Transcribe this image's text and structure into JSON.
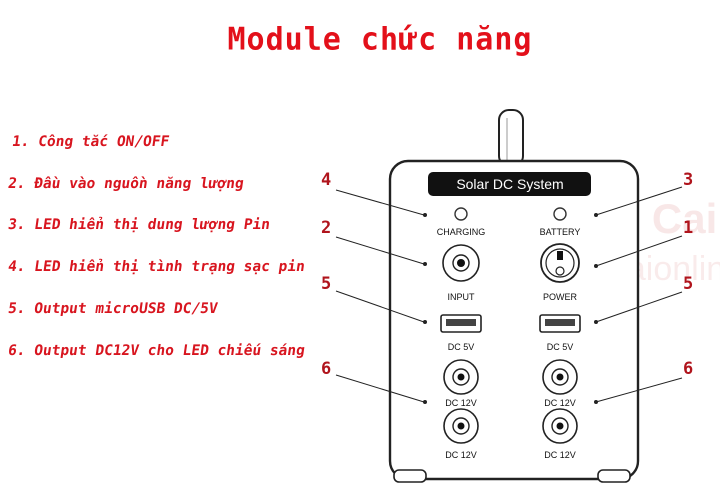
{
  "title": "Module chức năng",
  "legend": [
    "1. Công tắc ON/OFF",
    "2. Đầu vào nguồn năng lượng",
    "3. LED hiển thị dung lượng Pin",
    "4. LED hiển thị tình trạng sạc pin",
    "5. Output microUSB DC/5V",
    "6. Output DC12V cho LED chiếu sáng"
  ],
  "device": {
    "label_plate": "Solar DC System",
    "charging_led": "CHARGING",
    "battery_led": "BATTERY",
    "input": "INPUT",
    "power": "POWER",
    "usb_left": "DC 5V",
    "usb_right": "DC 5V",
    "dc12_1": "DC 12V",
    "dc12_2": "DC 12V",
    "dc12_3": "DC 12V",
    "dc12_4": "DC 12V"
  },
  "callouts": {
    "left_4": "4",
    "left_2": "2",
    "left_5": "5",
    "left_6": "6",
    "right_3": "3",
    "right_1": "1",
    "right_5": "5",
    "right_6": "6"
  },
  "watermark": {
    "line1": "Cho Mong Cai Online",
    "line2": "chomongcaionline.vn"
  },
  "colors": {
    "accent": "#e3101a",
    "outline": "#222222"
  }
}
